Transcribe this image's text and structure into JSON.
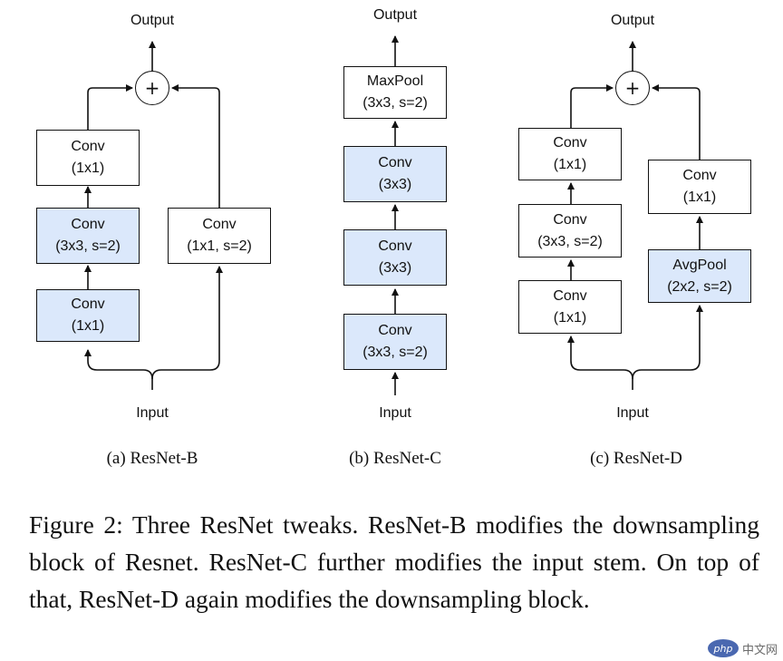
{
  "diagrams": {
    "a": {
      "output": "Output",
      "input": "Input",
      "plus": "+",
      "caption": "(a) ResNet-B",
      "left_path": [
        {
          "line1": "Conv",
          "line2": "(1x1)"
        },
        {
          "line1": "Conv",
          "line2": "(3x3, s=2)"
        },
        {
          "line1": "Conv",
          "line2": "(1x1)"
        }
      ],
      "right_path": [
        {
          "line1": "Conv",
          "line2": "(1x1, s=2)"
        }
      ]
    },
    "b": {
      "output": "Output",
      "input": "Input",
      "caption": "(b) ResNet-C",
      "stack": [
        {
          "line1": "MaxPool",
          "line2": "(3x3, s=2)"
        },
        {
          "line1": "Conv",
          "line2": "(3x3)"
        },
        {
          "line1": "Conv",
          "line2": "(3x3)"
        },
        {
          "line1": "Conv",
          "line2": "(3x3, s=2)"
        }
      ]
    },
    "c": {
      "output": "Output",
      "input": "Input",
      "plus": "+",
      "caption": "(c) ResNet-D",
      "left_path": [
        {
          "line1": "Conv",
          "line2": "(1x1)"
        },
        {
          "line1": "Conv",
          "line2": "(3x3, s=2)"
        },
        {
          "line1": "Conv",
          "line2": "(1x1)"
        }
      ],
      "right_path": [
        {
          "line1": "Conv",
          "line2": "(1x1)"
        },
        {
          "line1": "AvgPool",
          "line2": "(2x2, s=2)"
        }
      ]
    }
  },
  "figure_caption": "Figure 2: Three ResNet tweaks. ResNet-B modifies the downsampling block of Resnet. ResNet-C further modifies the input stem. On top of that, ResNet-D again modifies the downsampling block.",
  "watermark": {
    "logo_text": "php",
    "site_text": "中文网"
  },
  "colors": {
    "shaded_box": "#dbe8fb",
    "stroke": "#111111"
  }
}
